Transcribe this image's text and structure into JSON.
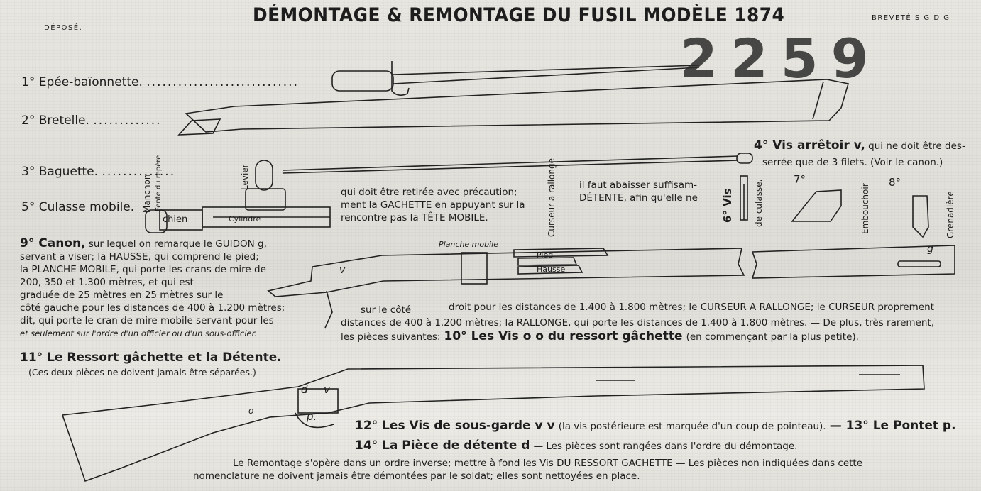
{
  "header": {
    "depose": "DÉPOSÉ.",
    "title": "DÉMONTAGE & REMONTAGE DU FUSIL MODÈLE 1874",
    "brevete": "BREVETÉ S G D G",
    "number": "2259"
  },
  "items": {
    "i1": {
      "num": "1°",
      "label": "Epée-baïonnette."
    },
    "i2": {
      "num": "2°",
      "label": "Bretelle."
    },
    "i3": {
      "num": "3°",
      "label": "Baguette."
    },
    "i4": {
      "label": "4° Vis arrêtoir v,",
      "text": "qui ne doit être des-",
      "text2": "serrée que de 3 filets. (Voir le canon.)"
    },
    "i5": {
      "num": "5°",
      "label": "Culasse mobile."
    },
    "i6": {
      "label": "6° Vis",
      "sub": "de culasse."
    },
    "i7": {
      "label": "7°"
    },
    "i8": {
      "label": "8°"
    },
    "i9": {
      "label": "9° Canon,",
      "l1": "sur lequel on remarque le GUIDON g,",
      "l2": "servant a viser; la HAUSSE, qui comprend le pied;",
      "l3": "la PLANCHE MOBILE, qui porte les crans de mire de",
      "l4": "200, 350 et 1.300 mètres, et qui est",
      "l5": "graduée de 25 mètres en 25 mètres sur le",
      "l6": "côté gauche pour les distances de 400 à 1.200 mètres;",
      "l7": "dit, qui porte le cran de mire mobile servant pour les",
      "l8": "et seulement sur l'ordre d'un officier ou d'un sous-officier."
    },
    "i10": {
      "prefix": "les pièces suivantes:",
      "label": "10° Les Vis o o du ressort gâchette",
      "suffix": "(en commençant par la plus petite)."
    },
    "i11": {
      "label": "11° Le Ressort gâchette et la Détente.",
      "sub": "(Ces deux pièces ne doivent jamais être séparées.)"
    },
    "i12": {
      "label": "12° Les Vis de sous-garde v v",
      "text": "(la vis postérieure est marquée d'un coup de pointeau).",
      "label13": "— 13° Le Pontet p."
    },
    "i14": {
      "label": "14° La Pièce de détente d",
      "text": "— Les pièces sont rangées dans l'ordre du démontage."
    }
  },
  "culasse_note": {
    "l1": "qui doit être retirée avec précaution;",
    "l2": "ment la GACHETTE en appuyant sur la",
    "l3": "rencontre pas la TÊTE MOBILE."
  },
  "detente_note": {
    "l1": "il faut abaisser suffisam-",
    "l2": "DÉTENTE, afin qu'elle ne"
  },
  "middle_text": {
    "l1a": "sur le côté",
    "l1b": "droit pour les distances de 1.400 à 1.800 mètres; le CURSEUR A RALLONGE; le CURSEUR proprement",
    "l2": "distances de 400 à 1.200 mètres; la RALLONGE, qui porte les distances de 1.400 à 1.800 mètres. — De plus, très rarement,"
  },
  "remontage": {
    "l1": "Le Remontage s'opère dans un ordre inverse; mettre à fond les Vis DU RESSORT GACHETTE — Les pièces non indiquées dans cette",
    "l2": "nomenclature ne doivent jamais être démontées par le soldat; elles sont nettoyées en place."
  },
  "diagram_labels": {
    "manchon": "Manchon",
    "fente": "Fente du repère",
    "levier": "Levier",
    "chien": "chien",
    "cylindre": "Cylindre",
    "curseur": "Curseur a rallonge",
    "planche": "Planche mobile",
    "pied": "Pied",
    "hausse": "Hausse",
    "v": "v",
    "g": "g",
    "embouchoir": "Embouchoir",
    "grenadiere": "Grenadière",
    "d": "d",
    "v2": "v",
    "p": "p.",
    "o": "o"
  }
}
